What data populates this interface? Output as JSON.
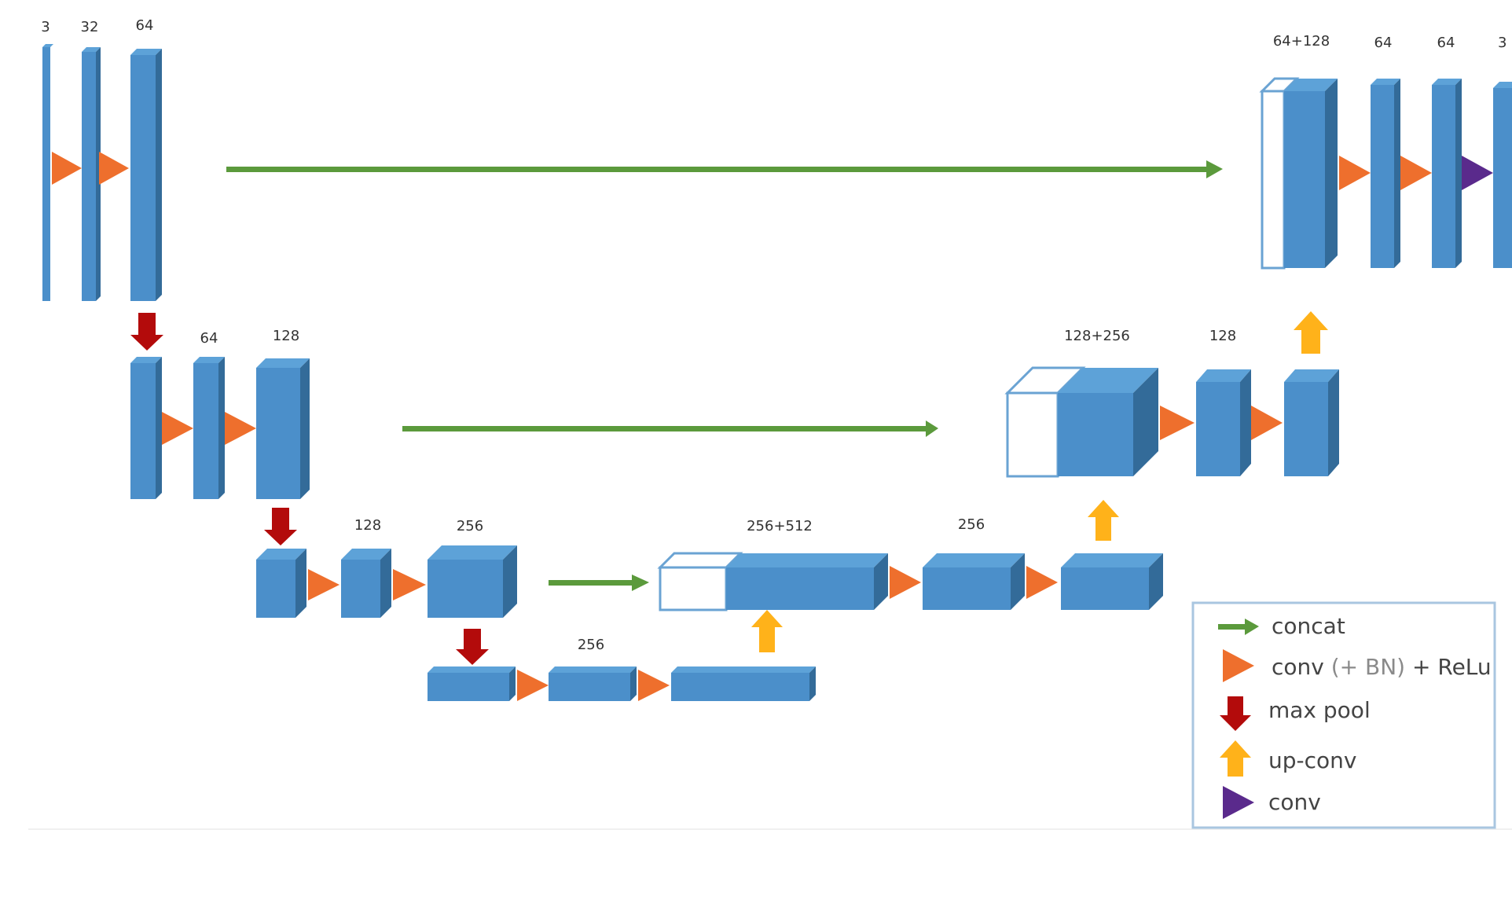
{
  "colors": {
    "block_face": "#4b8fca",
    "block_top": "#5da2d8",
    "block_side": "#336b99",
    "block_edge": "#3b79b0",
    "concat_arrow": "#5b9a3c",
    "conv_relu_arrow": "#ee6f2d",
    "max_pool_arrow": "#b30b0b",
    "up_conv_arrow": "#ffb21a",
    "conv_arrow": "#5a2a8c",
    "legend_border": "#a9c6e0"
  },
  "labels": {
    "enc1_in": "3",
    "enc1_a": "32",
    "enc1_b": "64",
    "enc2_a": "64",
    "enc2_b": "128",
    "enc3_a": "128",
    "enc3_b": "256",
    "bottleneck": "256",
    "dec3_concat": "256+512",
    "dec3_a": "256",
    "dec2_concat": "128+256",
    "dec2_a": "128",
    "dec1_concat": "64+128",
    "dec1_a": "64",
    "dec1_b": "64",
    "dec1_out": "3"
  },
  "legend": {
    "items": [
      {
        "icon": "concat-arrow-icon",
        "label": "concat"
      },
      {
        "icon": "conv-relu-arrow-icon",
        "label": "conv (+ BN) + ReLu",
        "label_main": "conv",
        "label_paren": " (+ BN)",
        "label_tail": " + ReLu"
      },
      {
        "icon": "max-pool-arrow-icon",
        "label": "max pool"
      },
      {
        "icon": "up-conv-arrow-icon",
        "label": "up-conv"
      },
      {
        "icon": "conv-arrow-icon",
        "label": "conv"
      }
    ]
  }
}
